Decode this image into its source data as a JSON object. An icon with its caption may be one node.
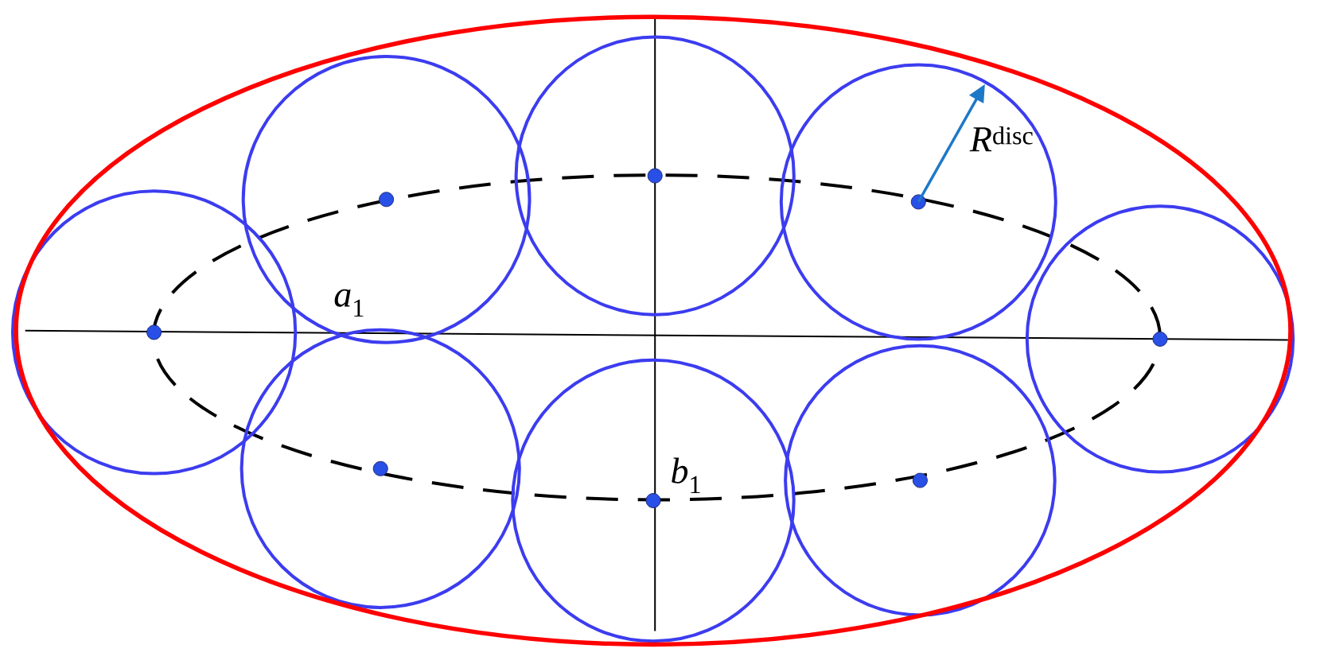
{
  "diagram": {
    "labels": [
      "*R*$^{disc}$",
      "*a*$_{1}$",
      "*b*$_{1}$"
    ]
  }
}
